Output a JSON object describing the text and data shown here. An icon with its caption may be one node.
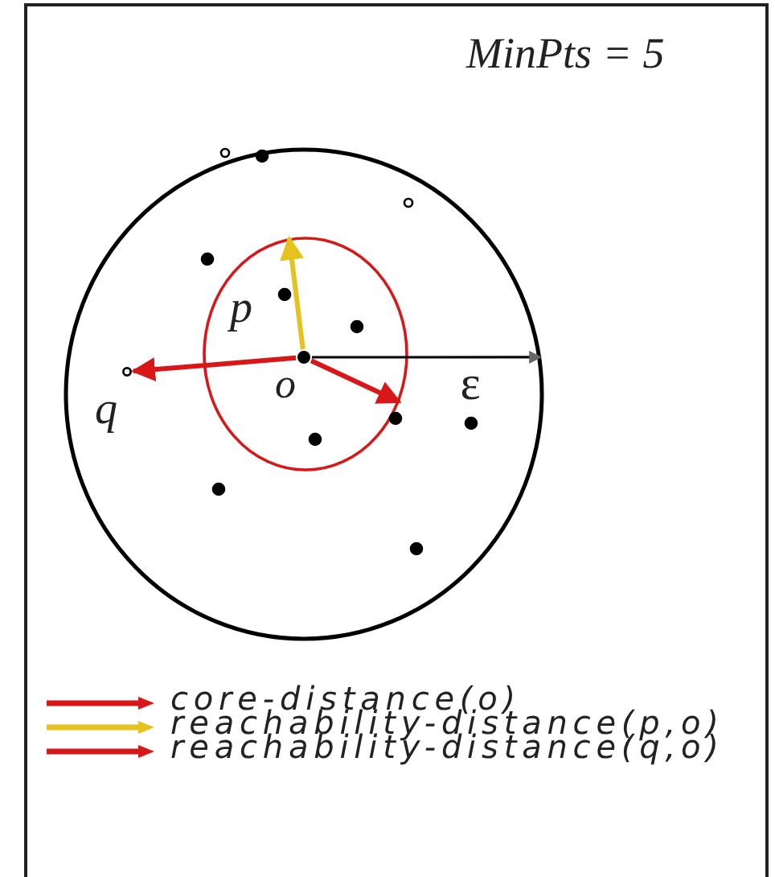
{
  "diagram": {
    "nodes": [
      {
        "text": [],
        "shape": "circle"
      },
      {
        "text": [],
        "shape": "circle",
        "in": 0
      },
      {
        "text": [],
        "shape": "circle",
        "in": 1,
        "beside": [
          "o"
        ]
      },
      {
        "text": [],
        "shape": "circle",
        "in": 0,
        "beside": [
          "q"
        ]
      }
    ],
    "edges": [
      {
        "from": 2,
        "to": 3,
        "arrow": "to"
      },
      {
        "from": 2,
        "to": 1,
        "arrow": "to",
        "color": "#e6c21e"
      },
      {
        "from": 2,
        "to": 1,
        "arrow": "to"
      },
      {
        "from": 2,
        "to": 0,
        "arrow": "to",
        "label": "ε",
        "color": "#000000"
      }
    ],
    "labels": [
      "MinPts = 5",
      "p"
    ],
    "legend": [
      {
        "text": "core-distance(o)"
      },
      {
        "text": "reachability-distance(p,o)"
      },
      {
        "text": "reachability-distance(q,o)"
      }
    ]
  }
}
